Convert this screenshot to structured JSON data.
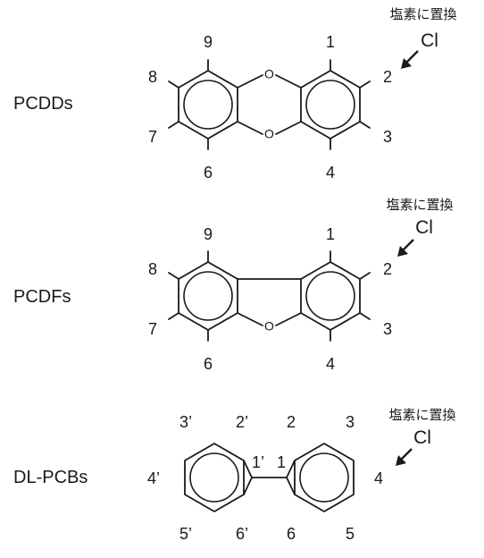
{
  "molecules": [
    {
      "id": "pcdd",
      "name": "PCDDs",
      "substitution_note": "塩素に置換",
      "substituent": "Cl",
      "bridge_atoms": [
        "O",
        "O"
      ],
      "positions": {
        "p1": "1",
        "p2": "2",
        "p3": "3",
        "p4": "4",
        "p6": "6",
        "p7": "7",
        "p8": "8",
        "p9": "9"
      }
    },
    {
      "id": "pcdf",
      "name": "PCDFs",
      "substitution_note": "塩素に置換",
      "substituent": "Cl",
      "bridge_atoms": [
        "O"
      ],
      "positions": {
        "p1": "1",
        "p2": "2",
        "p3": "3",
        "p4": "4",
        "p6": "6",
        "p7": "7",
        "p8": "8",
        "p9": "9"
      }
    },
    {
      "id": "pcb",
      "name": "DL-PCBs",
      "substitution_note": "塩素に置換",
      "substituent": "Cl",
      "positions": {
        "p1": "1",
        "p2": "2",
        "p3": "3",
        "p4": "4",
        "p5": "5",
        "p6": "6",
        "p1p": "1’",
        "p2p": "2’",
        "p3p": "3’",
        "p4p": "4’",
        "p5p": "5’",
        "p6p": "6’"
      }
    }
  ]
}
